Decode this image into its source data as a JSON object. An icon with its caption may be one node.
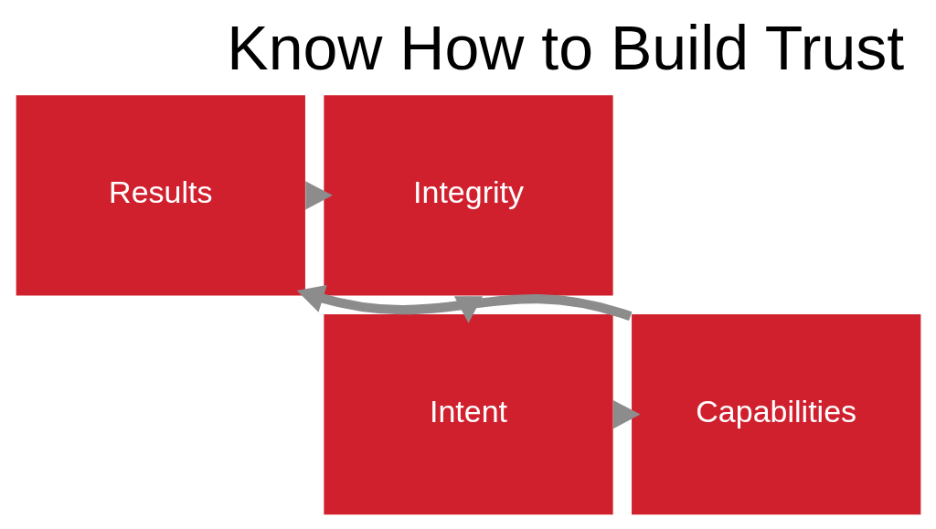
{
  "diagram": {
    "title": "Know How to Build Trust",
    "nodes": [
      {
        "text": [
          "Results"
        ]
      },
      {
        "text": [
          "Integrity"
        ]
      },
      {
        "text": [
          "Capabilities"
        ]
      },
      {
        "text": [
          "Intent"
        ]
      }
    ],
    "edges": [
      {
        "from": 0,
        "to": 1,
        "arrow": "to"
      },
      {
        "from": 1,
        "to": 3,
        "arrow": "to"
      },
      {
        "from": 3,
        "to": 2,
        "arrow": "to"
      },
      {
        "from": 2,
        "to": 0,
        "arrow": "to"
      }
    ]
  }
}
